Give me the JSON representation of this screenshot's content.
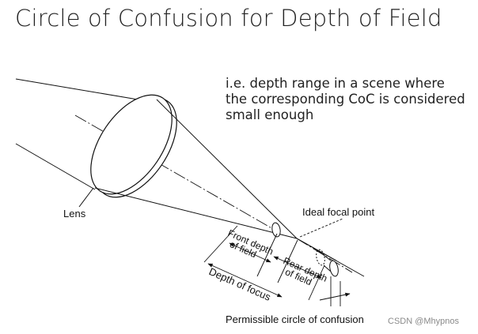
{
  "title": "Circle of Confusion for Depth of Field",
  "note": {
    "lines": [
      "i.e. depth range in a scene where",
      "the corresponding CoC is considered",
      "small enough"
    ]
  },
  "labels": {
    "lens": "Lens",
    "ideal_focal_point": "Ideal focal point",
    "front_depth_l1": "Front depth",
    "front_depth_l2": "of field",
    "rear_depth_l1": "Rear depth",
    "rear_depth_l2": "of field",
    "depth_of_focus": "Depth of focus",
    "permissible_coc": "Permissible circle of confusion"
  },
  "watermark": "CSDN @Mhypnos"
}
